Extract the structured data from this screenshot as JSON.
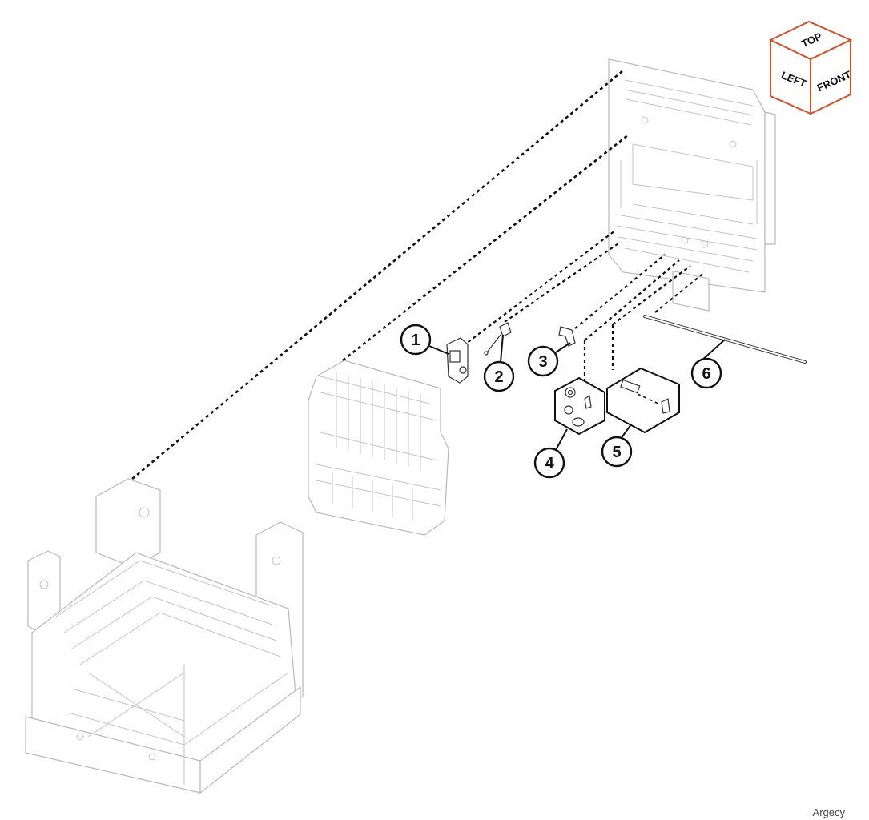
{
  "orientation_cube": {
    "top": "TOP",
    "left": "LEFT",
    "front": "FRONT",
    "edge_color": "#c9552f"
  },
  "callouts": [
    "1",
    "2",
    "3",
    "4",
    "5",
    "6"
  ],
  "watermark": "Argecy"
}
